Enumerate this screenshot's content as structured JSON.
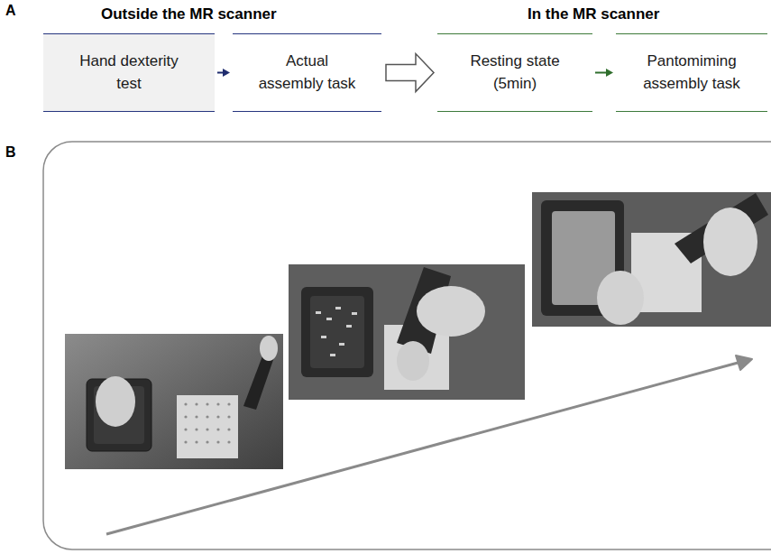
{
  "diagram": {
    "nodes": [
      {
        "text": [
          "Hand dexterity test"
        ]
      },
      {
        "text": [
          "Actual assembly task"
        ]
      },
      {
        "text": [
          "Resting state (5min)"
        ]
      },
      {
        "text": [
          "Pantomiming assembly task"
        ]
      }
    ],
    "edges": [
      {
        "from": 0,
        "to": 1,
        "arrow": "to"
      },
      {
        "from": 1,
        "to": 2,
        "arrow": "to"
      },
      {
        "from": 2,
        "to": 3,
        "arrow": "to"
      }
    ],
    "labels": [
      "A",
      "Outside the MR scanner",
      "In the MR scanner",
      "B"
    ]
  }
}
